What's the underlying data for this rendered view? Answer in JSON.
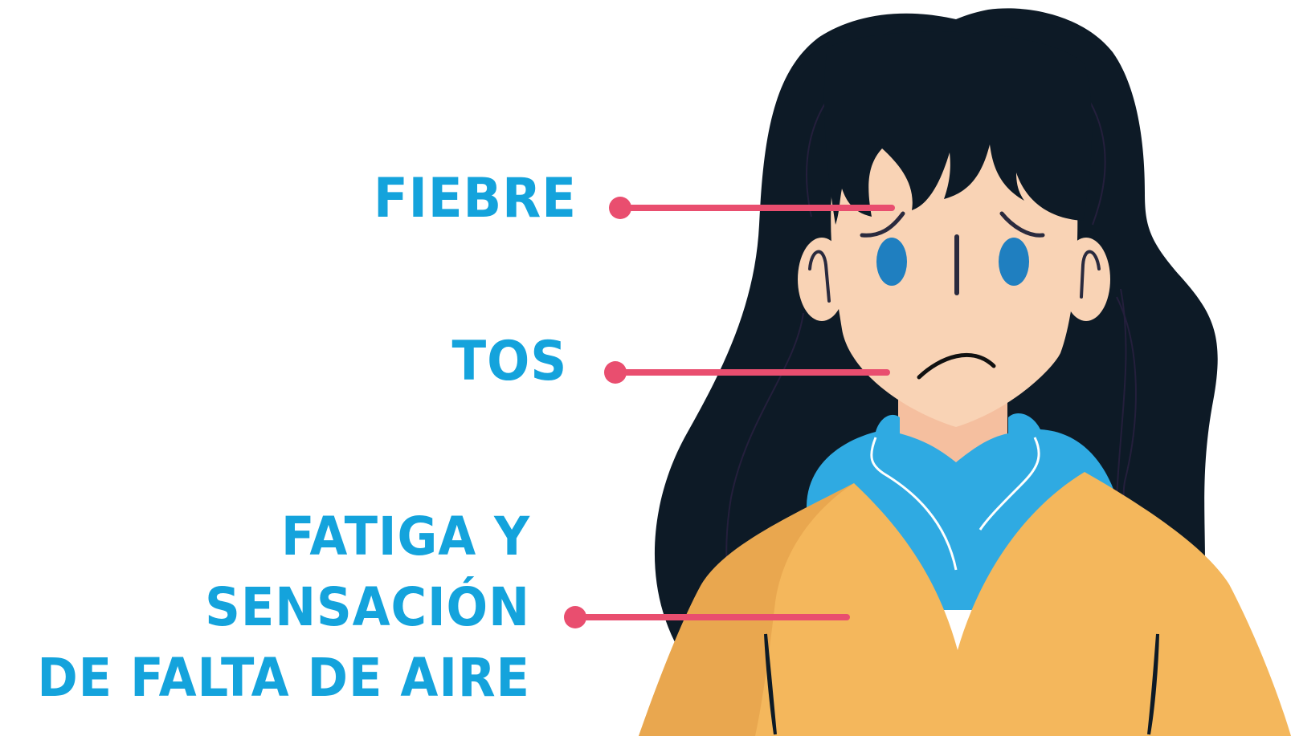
{
  "labels": {
    "fiebre": "FIEBRE",
    "tos": "TOS",
    "fatiga_lines": [
      "FATIGA Y",
      "SENSACIÓN",
      "DE FALTA DE AIRE"
    ]
  },
  "colors": {
    "label_text": "#14a3dc",
    "leader_line": "#e94e6f",
    "hair": "#0d1a26",
    "skin": "#f9d3b5",
    "eyes": "#1f7fc0",
    "collar": "#2faae2",
    "sweater": "#f4b75c",
    "sweater_shadow": "#e9a74f"
  }
}
